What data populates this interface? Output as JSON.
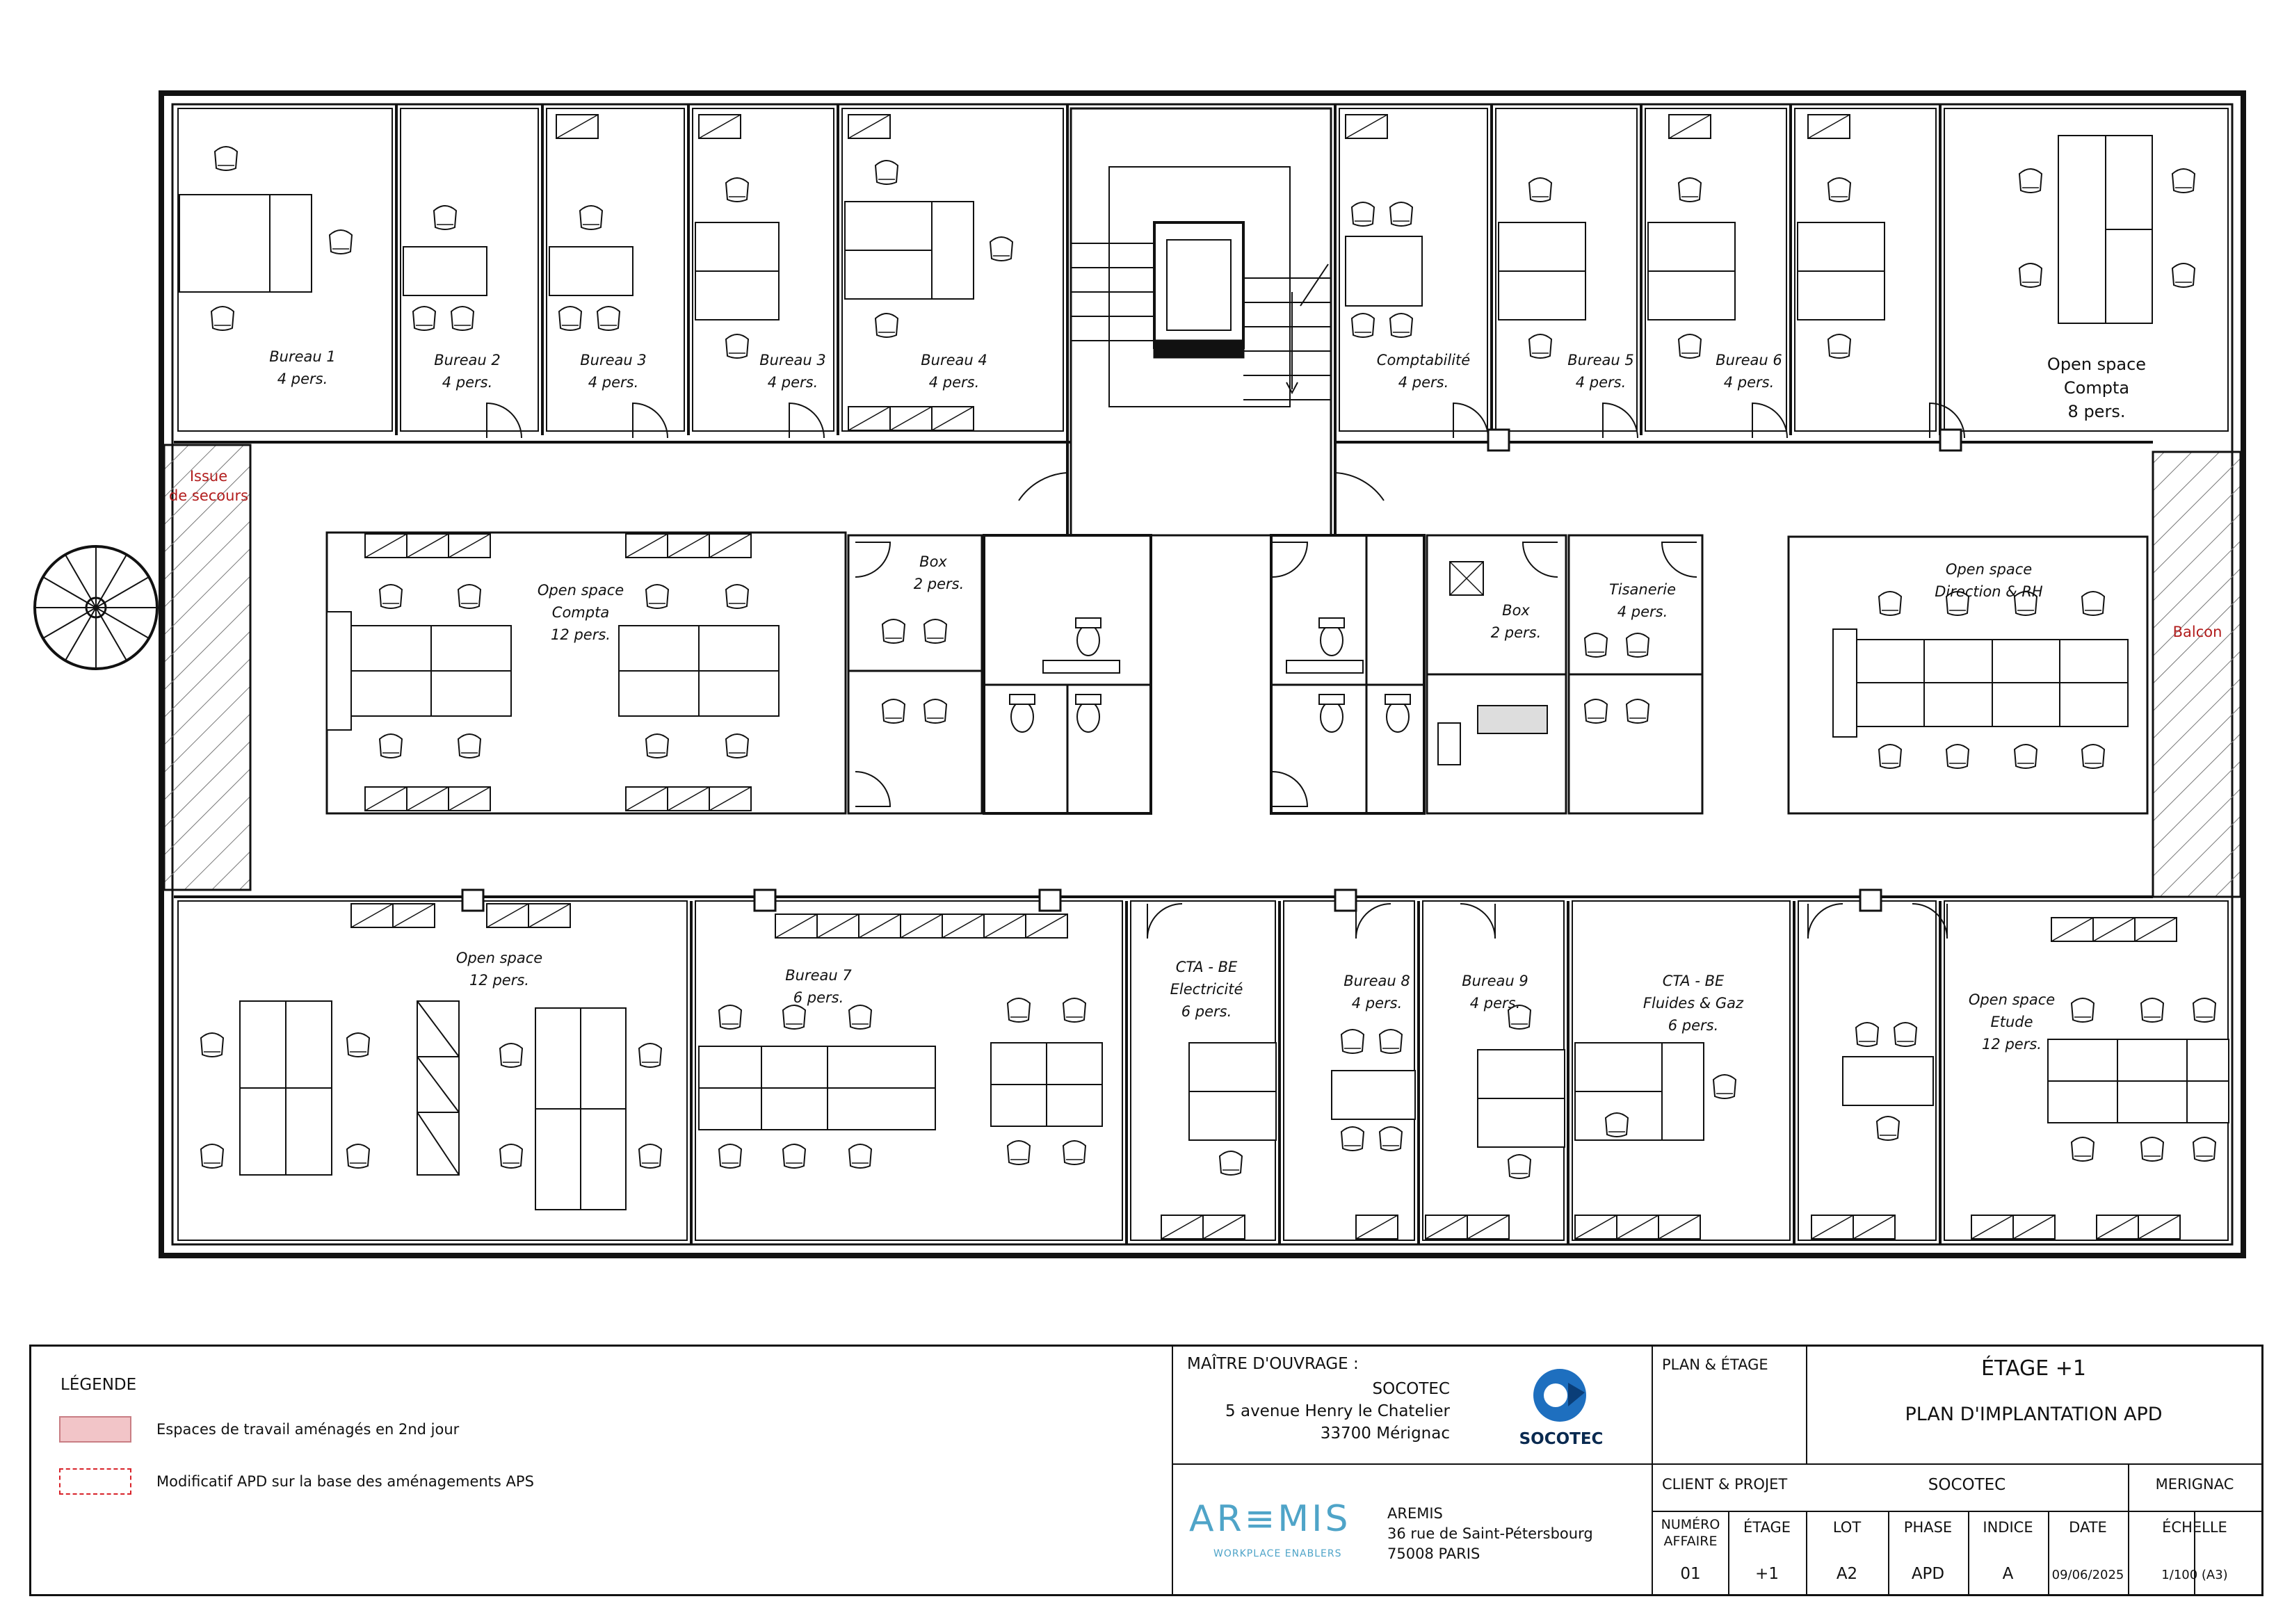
{
  "rooms": {
    "bureau1": {
      "name": "Bureau 1",
      "cap": "4 pers."
    },
    "bureau2": {
      "name": "Bureau 2",
      "cap": "4 pers."
    },
    "bureau3": {
      "name": "Bureau 3",
      "cap": "4 pers."
    },
    "bureau3b": {
      "name": "Bureau 3",
      "cap": "4 pers."
    },
    "bureau4": {
      "name": "Bureau 4",
      "cap": "4 pers."
    },
    "comptabilite": {
      "name": "Comptabilité",
      "cap": "4 pers."
    },
    "bureau5": {
      "name": "Bureau 5",
      "cap": "4 pers."
    },
    "bureau6": {
      "name": "Bureau 6",
      "cap": "4 pers."
    },
    "openspace_compta_top": {
      "line1": "Open space",
      "line2": "Compta",
      "cap": "8 pers."
    },
    "issue": {
      "line1": "Issue",
      "line2": "de secours"
    },
    "openspace_compta_mid": {
      "line1": "Open space",
      "line2": "Compta",
      "cap": "12 pers."
    },
    "box1": {
      "name": "Box",
      "cap": "2 pers."
    },
    "box2": {
      "name": "Box",
      "cap": "2 pers."
    },
    "tisanerie": {
      "name": "Tisanerie",
      "cap": "4 pers."
    },
    "openspace_direction": {
      "line1": "Open space",
      "line2": "Direction & RH"
    },
    "balcon": {
      "name": "Balcon"
    },
    "openspace_bottom": {
      "name": "Open space",
      "cap": "12 pers."
    },
    "bureau7": {
      "name": "Bureau 7",
      "cap": "6 pers."
    },
    "cta_elec": {
      "line1": "CTA - BE",
      "line2": "Electricité",
      "cap": "6 pers."
    },
    "bureau8": {
      "name": "Bureau 8",
      "cap": "4 pers."
    },
    "bureau9": {
      "name": "Bureau 9",
      "cap": "4 pers."
    },
    "cta_fluides": {
      "line1": "CTA - BE",
      "line2": "Fluides & Gaz",
      "cap": "6 pers."
    },
    "openspace_etude": {
      "line1": "Open space",
      "line2": "Etude",
      "cap": "12 pers."
    }
  },
  "legend": {
    "title": "LÉGENDE",
    "item1": "Espaces de travail aménagés en 2nd jour",
    "item2": "Modificatif APD sur la base des aménagements APS"
  },
  "owner": {
    "heading": "MAÎTRE D'OUVRAGE :",
    "name": "SOCOTEC",
    "address1": "5 avenue Henry le Chatelier",
    "address2": "33700 Mérignac",
    "logo_text": "SOCOTEC"
  },
  "designer": {
    "logo": "AR≡MIS",
    "tagline": "WORKPLACE ENABLERS",
    "name": "AREMIS",
    "address1": "36 rue de Saint-Pétersbourg",
    "address2": "75008 PARIS"
  },
  "plan": {
    "plan_label": "PLAN & ÉTAGE",
    "floor": "ÉTAGE +1",
    "title": "PLAN D'IMPLANTATION APD",
    "client_label": "CLIENT & PROJET",
    "client": "SOCOTEC",
    "project": "MERIGNAC"
  },
  "fields": {
    "numero_label": "NUMÉRO AFFAIRE",
    "numero": "01",
    "etage_label": "ÉTAGE",
    "etage": "+1",
    "lot_label": "LOT",
    "lot": "A2",
    "phase_label": "PHASE",
    "phase": "APD",
    "indice_label": "INDICE",
    "indice": "A",
    "date_label": "DATE",
    "date": "09/06/2025",
    "echelle_label": "ÉCHELLE",
    "echelle": "1/100 (A3)"
  },
  "colors": {
    "wall": "#111111",
    "red_text": "#b21d1d",
    "legend_fill": "#f2c5c8",
    "legend_dash": "#d8232a",
    "aremis_blue": "#4fa4c8",
    "socotec_blue": "#1e6fbf"
  }
}
